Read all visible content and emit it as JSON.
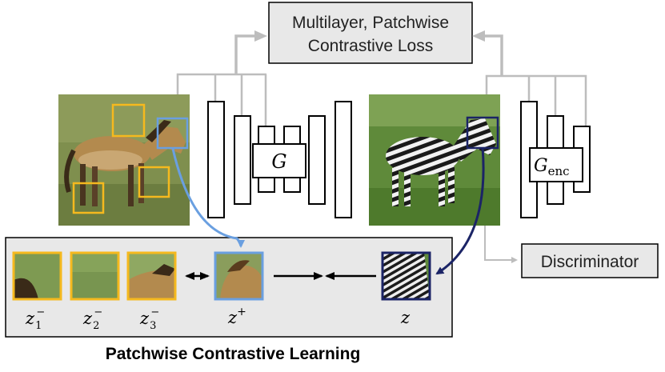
{
  "loss_box": {
    "line1": "Multilayer, Patchwise",
    "line2": "Contrastive Loss"
  },
  "generator": {
    "label": "G"
  },
  "encoder": {
    "base": "G",
    "subscript": "enc"
  },
  "discriminator": {
    "label": "Discriminator"
  },
  "patches": {
    "negatives": [
      {
        "base": "z",
        "sub": "1",
        "sup": "−"
      },
      {
        "base": "z",
        "sub": "2",
        "sup": "−"
      },
      {
        "base": "z",
        "sub": "3",
        "sup": "−"
      }
    ],
    "positive": {
      "base": "z",
      "sup": "+"
    },
    "query": {
      "base": "z"
    }
  },
  "caption": "Patchwise Contrastive Learning",
  "colors": {
    "negative_patch": "#F5B91E",
    "positive_patch": "#6A9FE0",
    "query_patch": "#1B2466",
    "box_fill": "#E8E8E8",
    "connector": "#BDBDBD"
  }
}
